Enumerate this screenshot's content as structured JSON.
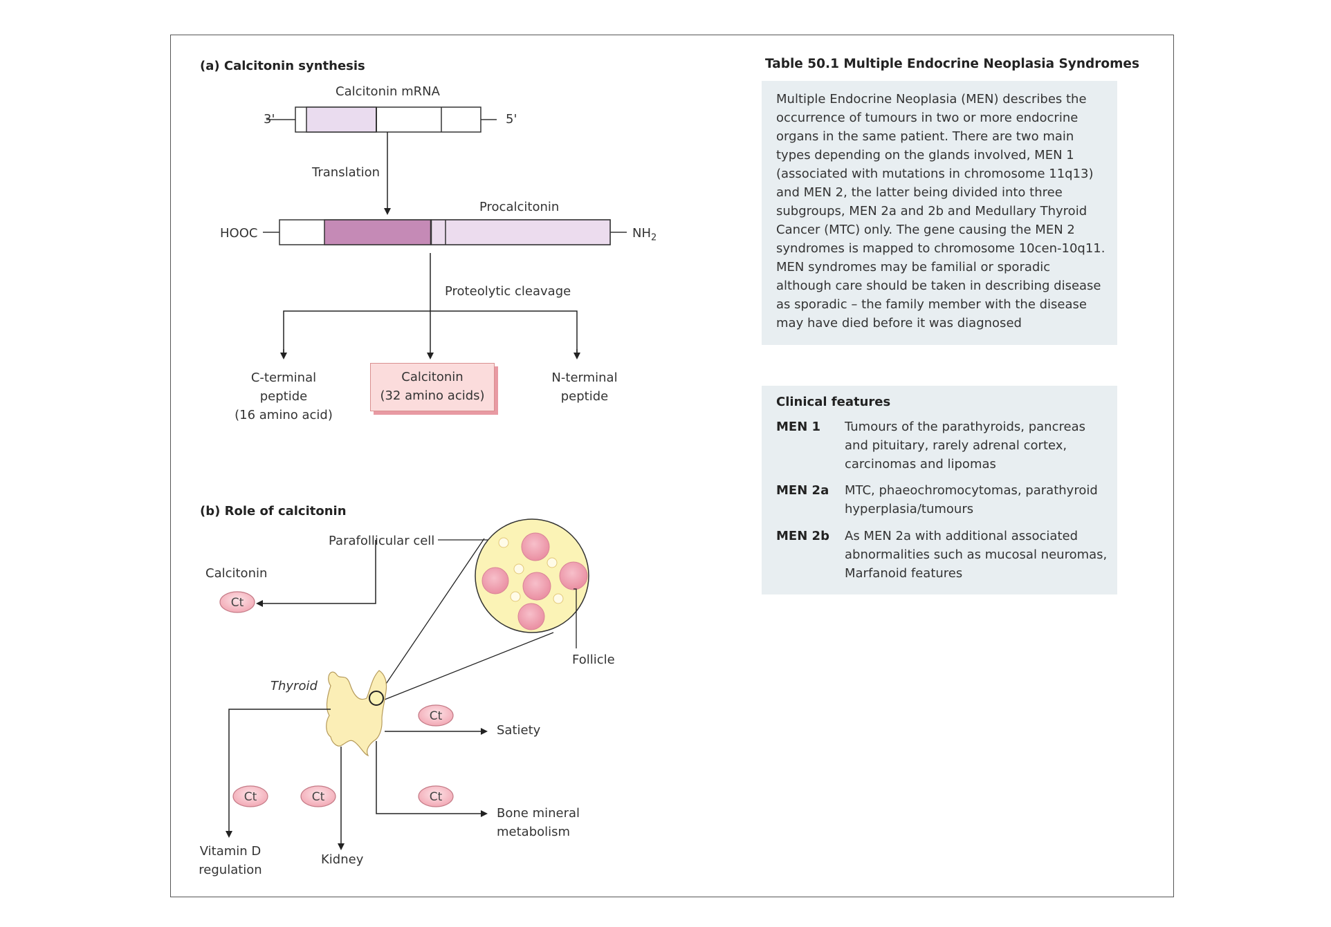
{
  "panel_a": {
    "title": "(a) Calcitonin synthesis",
    "mrna_label": "Calcitonin mRNA",
    "three_prime": "3'",
    "five_prime": "5'",
    "translation_label": "Translation",
    "procalcitonin_label": "Procalcitonin",
    "hooc_label": "HOOC",
    "nh2_label": "NH",
    "nh2_subscript": "2",
    "cleavage_label": "Proteolytic cleavage",
    "c_terminal": "C-terminal\npeptide\n(16 amino acid)",
    "calcitonin_product": "Calcitonin\n(32 amino acids)",
    "n_terminal": "N-terminal\npeptide"
  },
  "panel_b": {
    "title": "(b) Role of calcitonin",
    "parafollicular_label": "Parafollicular cell",
    "calcitonin_label": "Calcitonin",
    "ct_abbrev": "Ct",
    "follicle_label": "Follicle",
    "thyroid_label": "Thyroid",
    "satiety_label": "Satiety",
    "bone_label": "Bone mineral\nmetabolism",
    "vitd_label": "Vitamin D\nregulation",
    "kidney_label": "Kidney"
  },
  "table": {
    "title": "Table 50.1 Multiple Endocrine Neoplasia Syndromes",
    "intro_lines": [
      "Multiple Endocrine Neoplasia (MEN) describes the",
      "occurrence of tumours in two or more endocrine",
      "organs in the same patient. There are two main",
      "types depending on the glands involved, MEN 1",
      "(associated with mutations in chromosome 11q13)",
      "and MEN 2, the latter being divided into three",
      "subgroups, MEN 2a and 2b and Medullary Thyroid",
      "Cancer (MTC) only. The gene causing the MEN 2",
      "syndromes is mapped to chromosome 10cen-10q11.",
      "MEN syndromes may be familial or sporadic",
      "although care should be taken in describing disease",
      "as sporadic – the family member with the disease",
      "may have died before it was diagnosed"
    ],
    "clinical_title": "Clinical features",
    "clinical_rows": [
      {
        "key": "MEN 1",
        "lines": [
          "Tumours of the parathyroids, pancreas",
          "and pituitary, rarely adrenal cortex,",
          "carcinomas and lipomas"
        ]
      },
      {
        "key": "MEN 2a",
        "lines": [
          "MTC, phaeochromocytomas, parathyroid",
          "hyperplasia/tumours"
        ]
      },
      {
        "key": "MEN 2b",
        "lines": [
          "As MEN 2a with additional associated",
          "abnormalities such as mucosal neuromas,",
          "Marfanoid features"
        ]
      }
    ]
  },
  "colors": {
    "mrna_fill": "#eadcef",
    "calcitonin_segment": "#c58ab6",
    "procalcitonin_fill": "#ecdcee",
    "ct_pill": "#f7c8cf",
    "follicle_fill": "#f2a6b6",
    "cell_background": "#fbf3b6",
    "thyroid_fill": "#fbeeb6",
    "panel_background": "#e8eef1",
    "product_box": "#fbdcdc"
  }
}
